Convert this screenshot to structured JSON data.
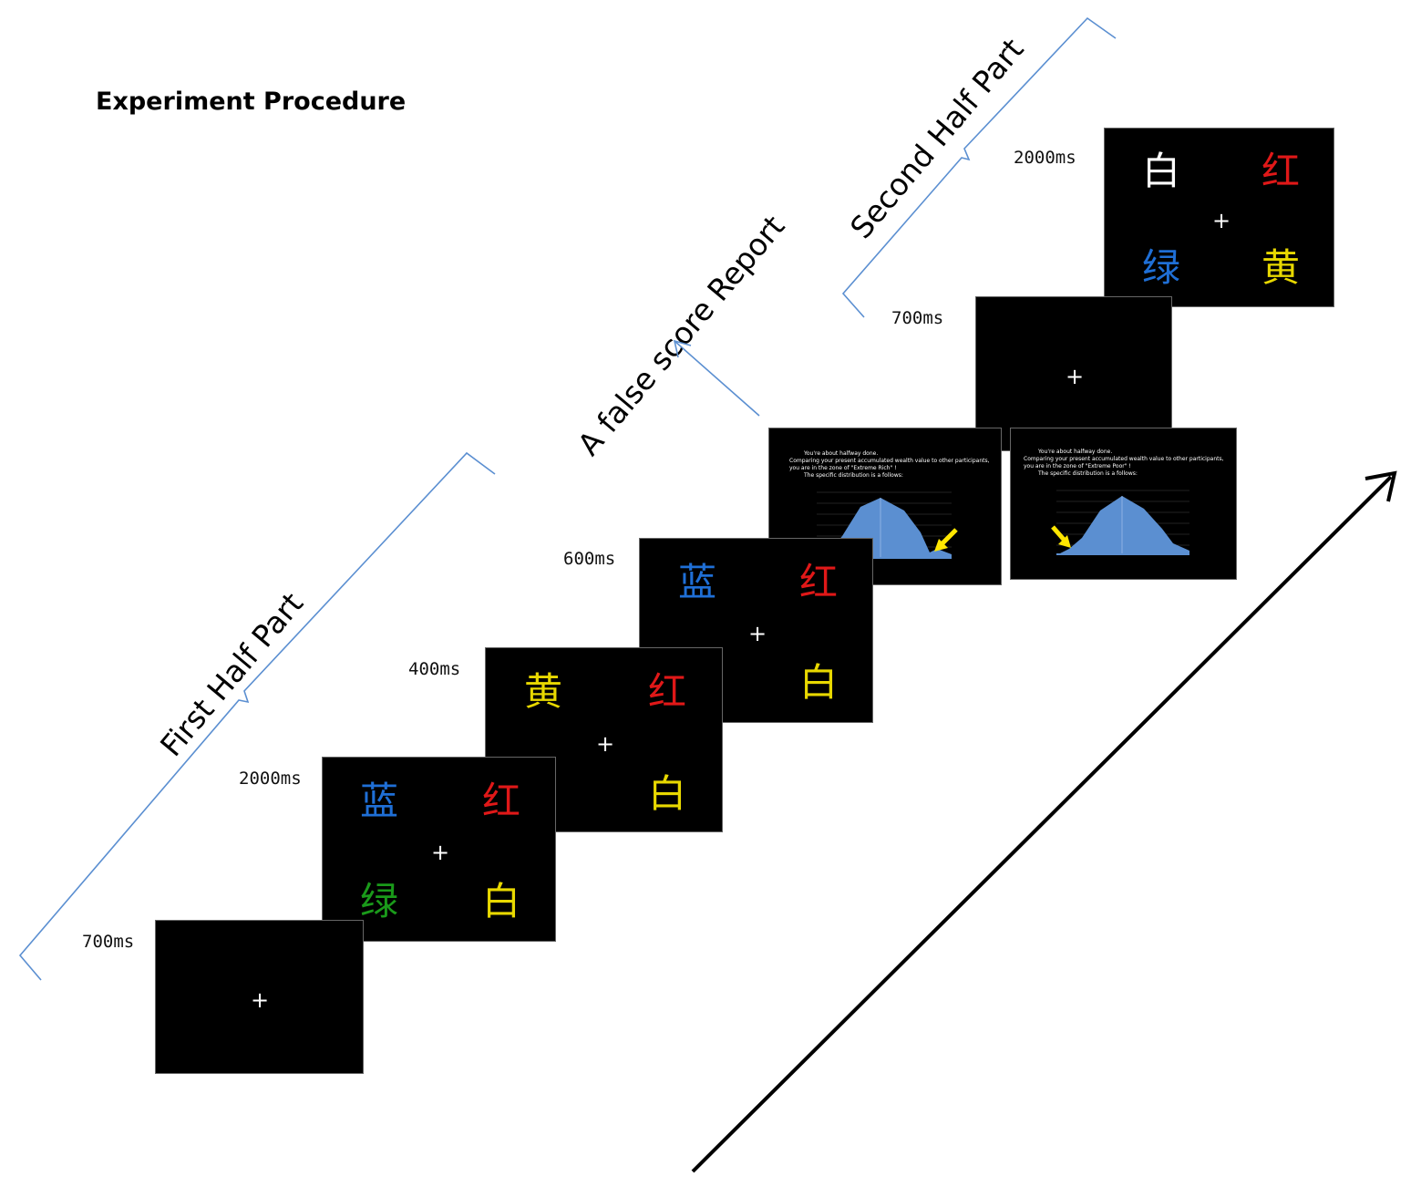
{
  "title": "Experiment Procedure",
  "labels": {
    "first_half": "First Half Part",
    "false_report": "A false score Report",
    "second_half": "Second Half Part"
  },
  "colors": {
    "blue": "#1f6fd6",
    "red": "#e01818",
    "green": "#1a9a1a",
    "yellow": "#e8d800",
    "white": "#ffffff",
    "chart_fill": "#5b8fd1",
    "pointer": "#ffe600",
    "bracket": "#5b8fd1"
  },
  "fixation": "+",
  "screens": [
    {
      "timing": "700ms",
      "type": "fixation"
    },
    {
      "timing": "2000ms",
      "type": "stroop",
      "words": [
        {
          "char": "蓝",
          "color": "blue"
        },
        {
          "char": "红",
          "color": "red"
        },
        {
          "char": "绿",
          "color": "green"
        },
        {
          "char": "白",
          "color": "yellow"
        }
      ]
    },
    {
      "timing": "400ms",
      "type": "stroop",
      "words": [
        {
          "char": "黄",
          "color": "yellow"
        },
        {
          "char": "红",
          "color": "red"
        },
        {
          "char": "",
          "color": "green"
        },
        {
          "char": "白",
          "color": "yellow"
        }
      ]
    },
    {
      "timing": "600ms",
      "type": "stroop",
      "words": [
        {
          "char": "蓝",
          "color": "blue"
        },
        {
          "char": "红",
          "color": "red"
        },
        {
          "char": "",
          "color": "green"
        },
        {
          "char": "白",
          "color": "yellow"
        }
      ]
    },
    {
      "timing": "700ms",
      "type": "fixation"
    },
    {
      "timing": "2000ms",
      "type": "stroop",
      "words": [
        {
          "char": "白",
          "color": "white"
        },
        {
          "char": "红",
          "color": "red"
        },
        {
          "char": "绿",
          "color": "blue"
        },
        {
          "char": "黄",
          "color": "yellow"
        }
      ]
    }
  ],
  "reports": [
    {
      "line1": "You're about halfway done.",
      "line2": "Comparing your present accumulated wealth value to other participants, you are in the zone of \"Extreme Rich\" !",
      "line3": "The specific distribution is a follows:"
    },
    {
      "line1": "You're about halfway done.",
      "line2": "Comparing your present accumulated wealth value to other participants, you are in the zone of \"Extreme Poor\" !",
      "line3": "The specific distribution is a follows:"
    }
  ]
}
